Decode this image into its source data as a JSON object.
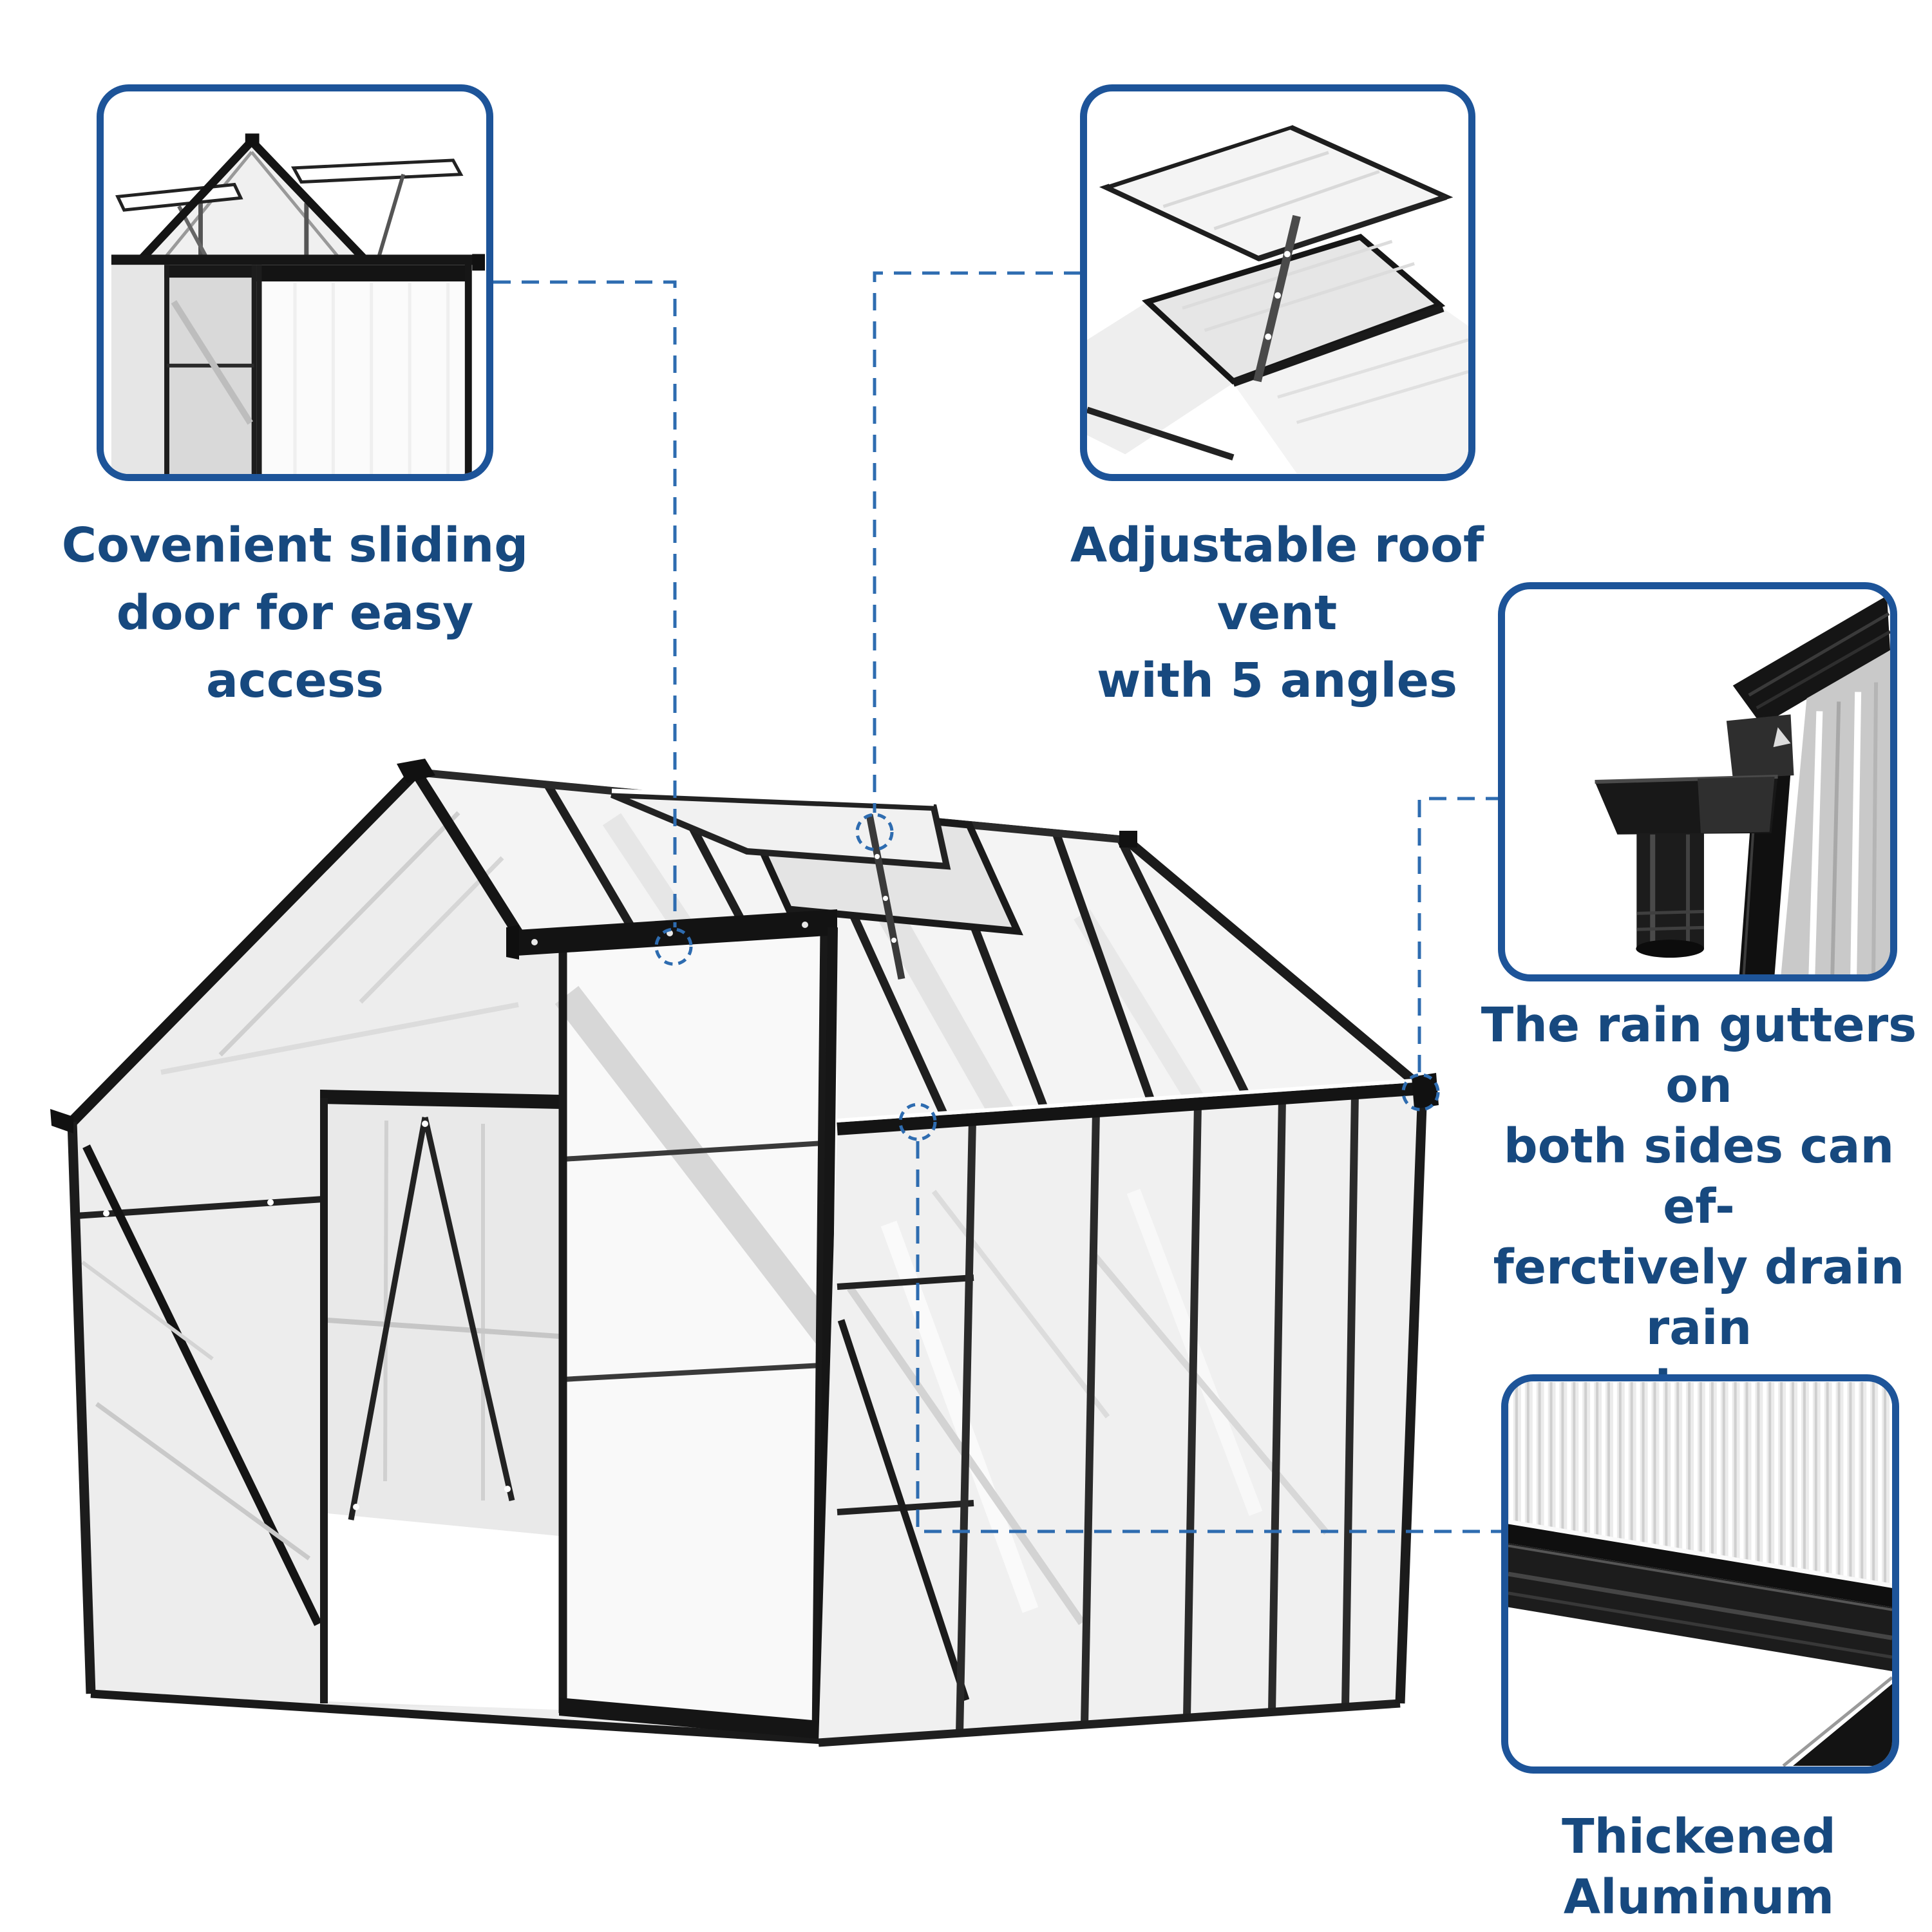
{
  "colors": {
    "background": "#ffffff",
    "box_border_blue": "#1d5499",
    "caption_text_blue": "#17497f",
    "dashed_line_blue": "#2e6cb0",
    "frame_black": "#1a1a1a"
  },
  "captions": {
    "sliding_door": "Covenient sliding\ndoor for easy access",
    "roof_vent": "Adjustable roof vent\nwith 5 angles",
    "rain_gutters": "The rain gutters on\nboth sides can ef-\nferctively drain rain\nand snow",
    "aluminum_frame": "Thickened Aluminum\nFrame"
  }
}
